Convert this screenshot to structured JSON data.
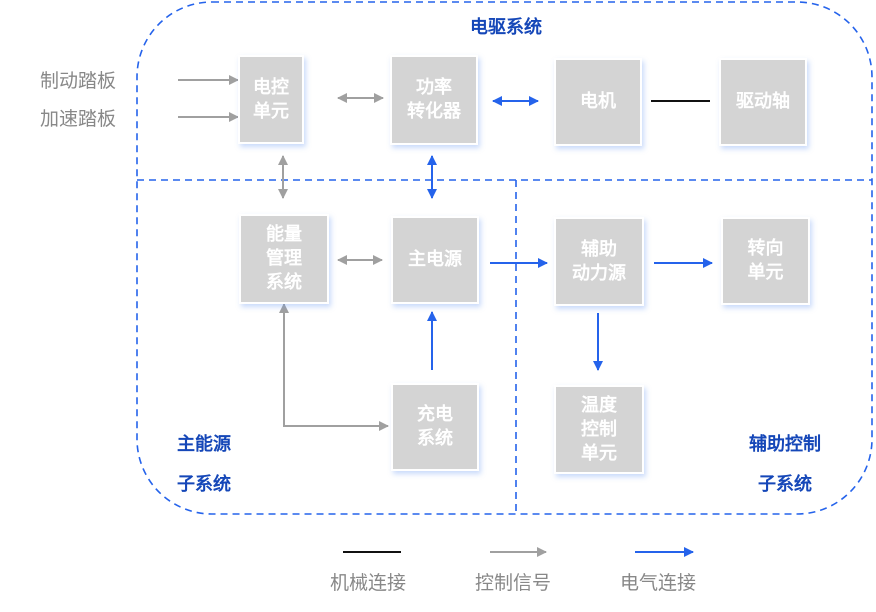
{
  "title": "电驱系统",
  "inputs": [
    "制动踏板",
    "加速踏板"
  ],
  "subsystems": {
    "main_energy": "主能源\n子系统",
    "aux_control": "辅助控制\n子系统"
  },
  "blocks": {
    "ecu": "电控\n单元",
    "power_converter": "功率\n转化器",
    "motor": "电机",
    "drive_shaft": "驱动轴",
    "energy_mgmt": "能量\n管理\n系统",
    "main_power": "主电源",
    "aux_power": "辅助\n动力源",
    "steering": "转向\n单元",
    "charging": "充电\n系统",
    "temp_control": "温度\n控制\n单元"
  },
  "legend": [
    {
      "label": "机械连接",
      "type": "mechanical",
      "color": "#111111"
    },
    {
      "label": "控制信号",
      "type": "control",
      "color": "#a0a0a0"
    },
    {
      "label": "电气连接",
      "type": "electrical",
      "color": "#2563eb"
    }
  ],
  "colors": {
    "frame": "#2563eb",
    "title": "#1547b8",
    "block": "#d4d4d4",
    "control": "#a0a0a0",
    "electrical": "#2563eb",
    "mechanical": "#111111"
  }
}
